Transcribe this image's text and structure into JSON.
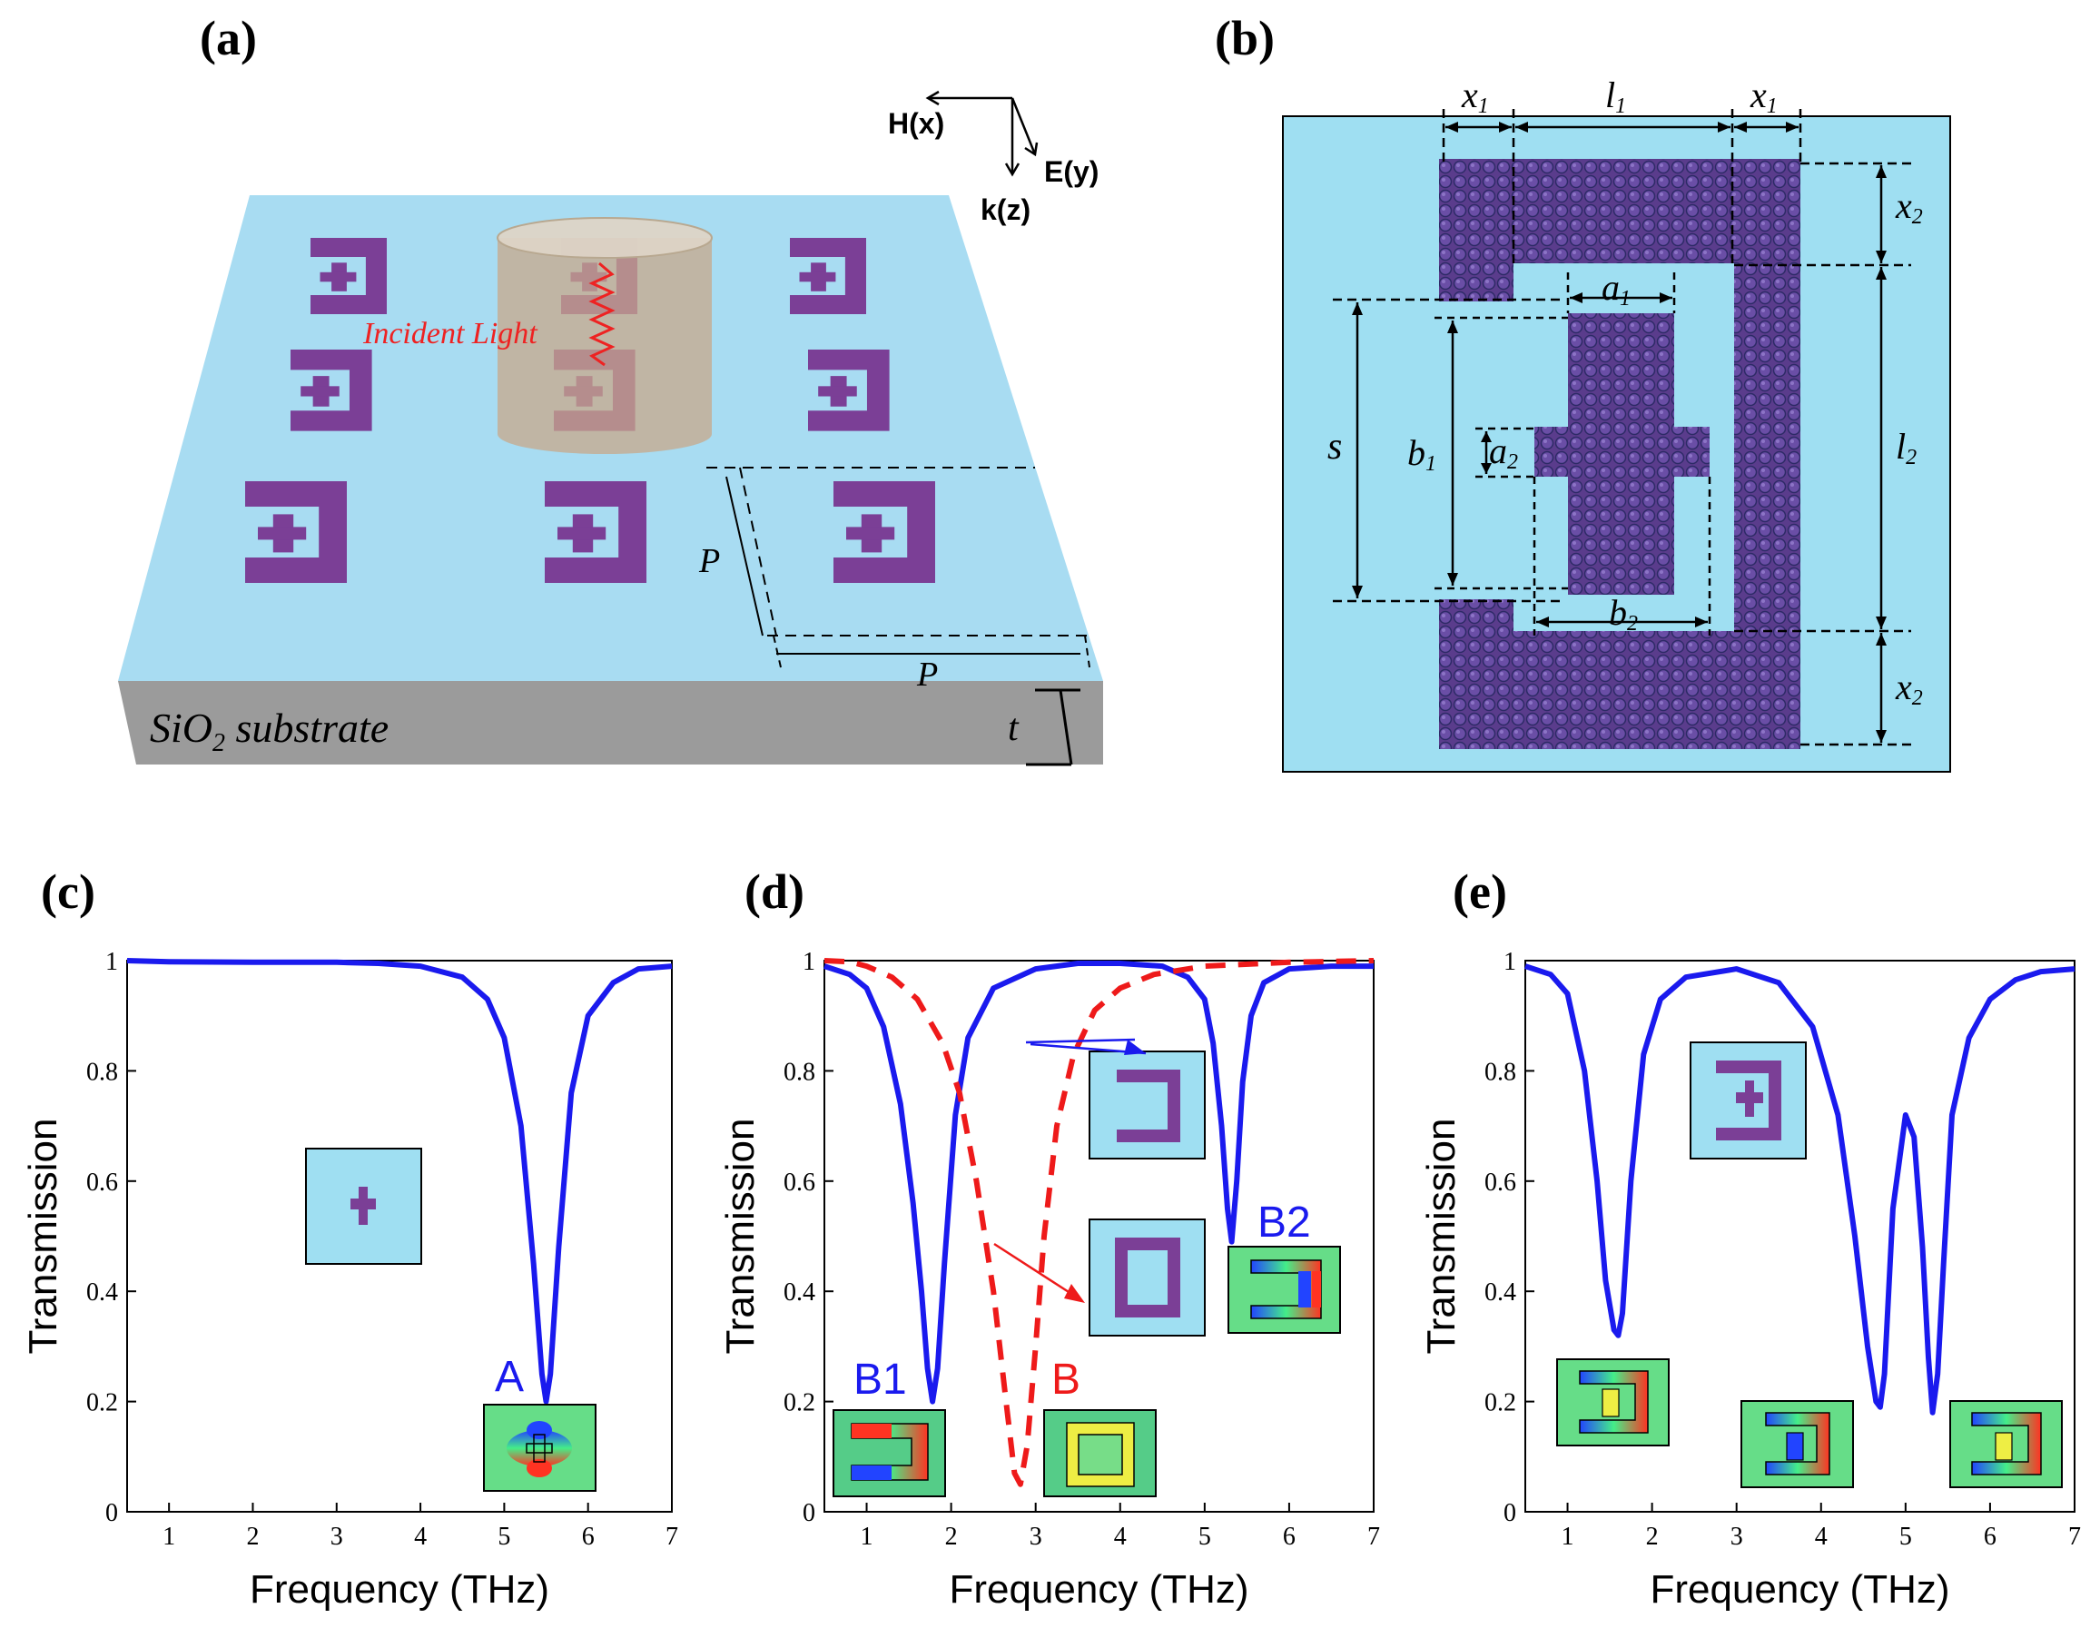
{
  "panels": {
    "a": {
      "label": "(a)",
      "substrate_label": "SiO",
      "substrate_sub": "2",
      "substrate_suffix": " substrate",
      "incident": "Incident Light",
      "axis_h": "H(x)",
      "axis_e": "E(y)",
      "axis_k": "k(z)",
      "period": "P",
      "thickness": "t"
    },
    "b": {
      "label": "(b)",
      "dims": {
        "x1": "x",
        "l1": "l",
        "x2": "x",
        "l2": "l",
        "a1": "a",
        "a2": "a",
        "b1": "b",
        "b2": "b",
        "s": "s",
        "sub1": "1",
        "sub2": "2"
      }
    },
    "c": {
      "label": "(c)",
      "mode_label": "A"
    },
    "d": {
      "label": "(d)",
      "mode_b1": "B1",
      "mode_b": "B",
      "mode_b2": "B2"
    },
    "e": {
      "label": "(e)"
    }
  },
  "axes": {
    "ylabel": "Transmission",
    "xlabel": "Frequency (THz)",
    "xticks": [
      "1",
      "2",
      "3",
      "4",
      "5",
      "6",
      "7"
    ],
    "yticks": [
      "0",
      "0.2",
      "0.4",
      "0.6",
      "0.8",
      "1"
    ]
  },
  "colors": {
    "substrate_top": "#a8dcf2",
    "cell_bg": "#9fdff2",
    "metal": "#7b3f96",
    "series_blue": "#1a1aee",
    "series_red": "#ee1a1a"
  },
  "chart_data": [
    {
      "panel": "c",
      "type": "line",
      "xlabel": "Frequency (THz)",
      "ylabel": "Transmission",
      "xlim": [
        0.5,
        7
      ],
      "ylim": [
        0,
        1
      ],
      "series": [
        {
          "color": "#1a1aee",
          "style": "solid",
          "x": [
            0.5,
            1,
            2,
            3,
            3.5,
            4,
            4.5,
            4.8,
            5.0,
            5.2,
            5.35,
            5.45,
            5.5,
            5.55,
            5.65,
            5.8,
            6.0,
            6.3,
            6.6,
            7
          ],
          "y": [
            1.0,
            0.998,
            0.997,
            0.997,
            0.995,
            0.99,
            0.97,
            0.93,
            0.86,
            0.7,
            0.45,
            0.25,
            0.2,
            0.25,
            0.48,
            0.76,
            0.9,
            0.96,
            0.985,
            0.99
          ]
        }
      ]
    },
    {
      "panel": "d",
      "type": "line",
      "xlabel": "Frequency (THz)",
      "ylabel": "Transmission",
      "xlim": [
        0.5,
        7
      ],
      "ylim": [
        0,
        1
      ],
      "series": [
        {
          "color": "#1a1aee",
          "style": "solid",
          "x": [
            0.5,
            0.8,
            1.0,
            1.2,
            1.4,
            1.55,
            1.65,
            1.72,
            1.78,
            1.84,
            1.92,
            2.05,
            2.2,
            2.5,
            3.0,
            3.5,
            4.0,
            4.5,
            4.8,
            5.0,
            5.1,
            5.2,
            5.27,
            5.32,
            5.38,
            5.45,
            5.55,
            5.7,
            6.0,
            6.5,
            7
          ],
          "y": [
            0.99,
            0.975,
            0.95,
            0.88,
            0.74,
            0.56,
            0.4,
            0.26,
            0.2,
            0.26,
            0.45,
            0.72,
            0.86,
            0.95,
            0.985,
            0.995,
            0.995,
            0.99,
            0.97,
            0.93,
            0.85,
            0.7,
            0.55,
            0.49,
            0.6,
            0.78,
            0.9,
            0.96,
            0.985,
            0.99,
            0.99
          ]
        },
        {
          "color": "#ee1a1a",
          "style": "dashed",
          "x": [
            0.5,
            0.8,
            1.0,
            1.3,
            1.6,
            1.9,
            2.1,
            2.3,
            2.5,
            2.65,
            2.75,
            2.82,
            2.9,
            3.0,
            3.1,
            3.25,
            3.45,
            3.7,
            4.0,
            4.4,
            5.0,
            6.0,
            7
          ],
          "y": [
            1.0,
            0.998,
            0.99,
            0.97,
            0.93,
            0.85,
            0.76,
            0.6,
            0.4,
            0.2,
            0.07,
            0.05,
            0.12,
            0.3,
            0.5,
            0.7,
            0.83,
            0.91,
            0.95,
            0.975,
            0.99,
            0.997,
            1.0
          ]
        }
      ]
    },
    {
      "panel": "e",
      "type": "line",
      "xlabel": "Frequency (THz)",
      "ylabel": "Transmission",
      "xlim": [
        0.5,
        7
      ],
      "ylim": [
        0,
        1
      ],
      "series": [
        {
          "color": "#1a1aee",
          "style": "solid",
          "x": [
            0.5,
            0.8,
            1.0,
            1.2,
            1.35,
            1.45,
            1.55,
            1.6,
            1.65,
            1.75,
            1.9,
            2.1,
            2.4,
            3.0,
            3.5,
            3.9,
            4.2,
            4.4,
            4.55,
            4.65,
            4.7,
            4.75,
            4.85,
            5.0,
            5.1,
            5.2,
            5.27,
            5.32,
            5.38,
            5.45,
            5.55,
            5.75,
            6.0,
            6.3,
            6.6,
            7
          ],
          "y": [
            0.99,
            0.975,
            0.94,
            0.8,
            0.6,
            0.42,
            0.33,
            0.32,
            0.36,
            0.6,
            0.83,
            0.93,
            0.97,
            0.985,
            0.96,
            0.88,
            0.72,
            0.5,
            0.3,
            0.2,
            0.19,
            0.25,
            0.55,
            0.72,
            0.68,
            0.48,
            0.28,
            0.18,
            0.25,
            0.45,
            0.72,
            0.86,
            0.93,
            0.965,
            0.98,
            0.985
          ]
        }
      ]
    }
  ]
}
